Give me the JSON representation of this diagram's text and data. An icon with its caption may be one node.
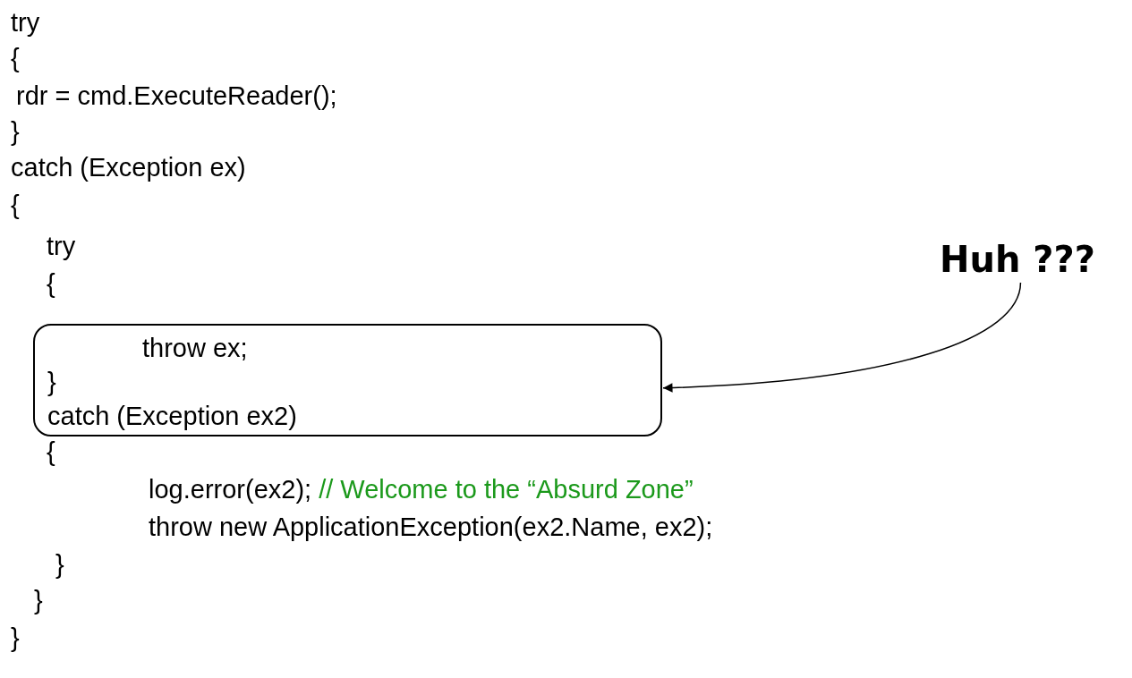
{
  "diagram": {
    "nodes": [
      {
        "text": [
          "Huh ???"
        ]
      },
      {
        "text": [
          "throw ex;",
          "}",
          "catch (Exception ex2)"
        ]
      }
    ],
    "edges": [
      {
        "from": 0,
        "to": 1,
        "arrow": "to"
      }
    ],
    "labels": [
      "try",
      "{",
      "rdr = cmd.ExecuteReader();",
      "}",
      "catch (Exception ex)",
      "{",
      "try",
      "{",
      "{",
      "log.error(ex2);",
      "// Welcome to the “Absurd Zone”",
      "throw new ApplicationException(ex2.Name, ex2);",
      "}",
      "}",
      "}"
    ]
  }
}
